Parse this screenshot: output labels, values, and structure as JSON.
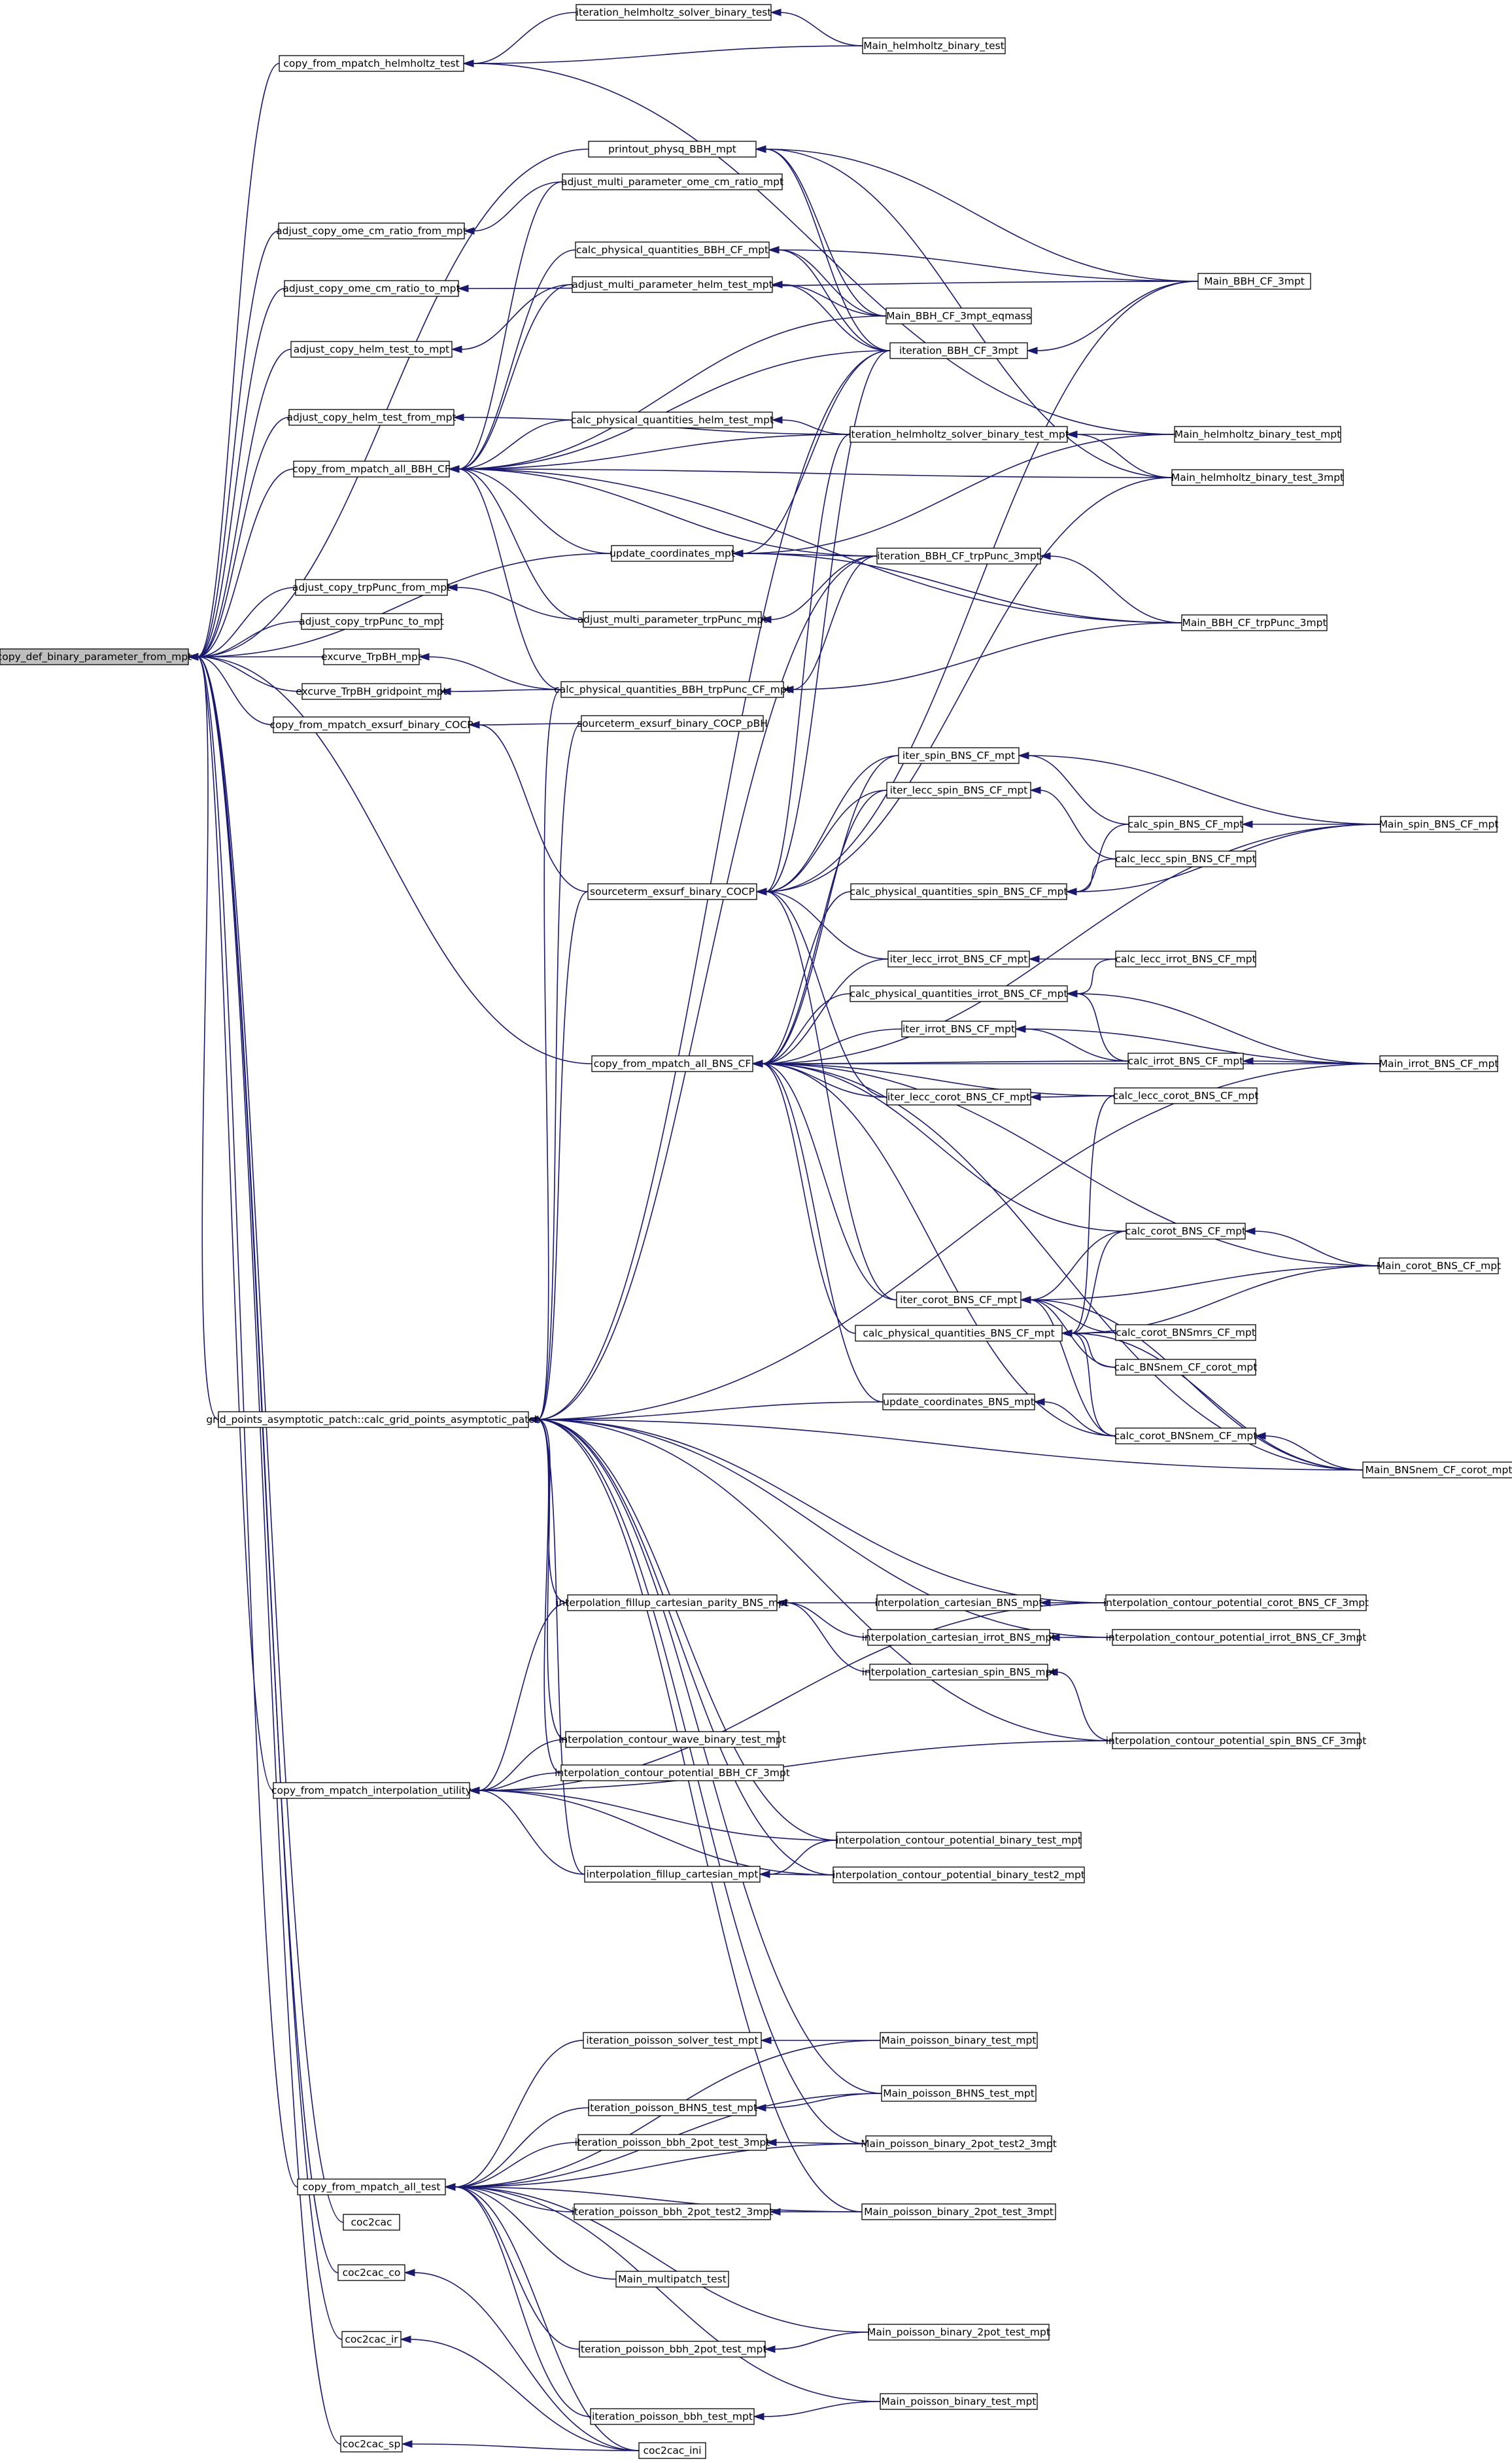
{
  "diagram": {
    "root": "copy_def_binary_parameter_from_mpt",
    "edge_color": "#191970",
    "nodes": [
      {
        "id": "root",
        "label": "copy_def_binary_parameter_from_mpt",
        "root": true
      },
      {
        "id": "cmht",
        "label": "copy_from_mpatch_helmholtz_test"
      },
      {
        "id": "ihsbt",
        "label": "iteration_helmholtz_solver_binary_test"
      },
      {
        "id": "mhbt",
        "label": "Main_helmholtz_binary_test"
      },
      {
        "id": "ppb",
        "label": "printout_physq_BBH_mpt"
      },
      {
        "id": "amocr",
        "label": "adjust_multi_parameter_ome_cm_ratio_mpt"
      },
      {
        "id": "acocrf",
        "label": "adjust_copy_ome_cm_ratio_from_mpt"
      },
      {
        "id": "cpqbcf",
        "label": "calc_physical_quantities_BBH_CF_mpt"
      },
      {
        "id": "mbcf3",
        "label": "Main_BBH_CF_3mpt"
      },
      {
        "id": "acocrt",
        "label": "adjust_copy_ome_cm_ratio_to_mpt"
      },
      {
        "id": "amhtm",
        "label": "adjust_multi_parameter_helm_test_mpt"
      },
      {
        "id": "mbcf3e",
        "label": "Main_BBH_CF_3mpt_eqmass"
      },
      {
        "id": "achtt",
        "label": "adjust_copy_helm_test_to_mpt"
      },
      {
        "id": "ibcf3",
        "label": "iteration_BBH_CF_3mpt"
      },
      {
        "id": "achtf",
        "label": "adjust_copy_helm_test_from_mpt"
      },
      {
        "id": "cpqht",
        "label": "calc_physical_quantities_helm_test_mpt"
      },
      {
        "id": "ihsbtm",
        "label": "iteration_helmholtz_solver_binary_test_mpt"
      },
      {
        "id": "mhbtm",
        "label": "Main_helmholtz_binary_test_mpt"
      },
      {
        "id": "cmab",
        "label": "copy_from_mpatch_all_BBH_CF"
      },
      {
        "id": "mhbt3",
        "label": "Main_helmholtz_binary_test_3mpt"
      },
      {
        "id": "ucm",
        "label": "update_coordinates_mpt"
      },
      {
        "id": "ibcft",
        "label": "iteration_BBH_CF_trpPunc_3mpt"
      },
      {
        "id": "actf",
        "label": "adjust_copy_trpPunc_from_mpt"
      },
      {
        "id": "actt",
        "label": "adjust_copy_trpPunc_to_mpt"
      },
      {
        "id": "amtp",
        "label": "adjust_multi_parameter_trpPunc_mpt"
      },
      {
        "id": "mbcft",
        "label": "Main_BBH_CF_trpPunc_3mpt"
      },
      {
        "id": "etb",
        "label": "excurve_TrpBH_mpt"
      },
      {
        "id": "etbg",
        "label": "excurve_TrpBH_gridpoint_mpt"
      },
      {
        "id": "cpqbt",
        "label": "calc_physical_quantities_BBH_trpPunc_CF_mpt"
      },
      {
        "id": "cmec",
        "label": "copy_from_mpatch_exsurf_binary_COCP"
      },
      {
        "id": "sebcp",
        "label": "sourceterm_exsurf_binary_COCP_pBH"
      },
      {
        "id": "isbns",
        "label": "iter_spin_BNS_CF_mpt"
      },
      {
        "id": "ilsb",
        "label": "iter_lecc_spin_BNS_CF_mpt"
      },
      {
        "id": "csbns",
        "label": "calc_spin_BNS_CF_mpt"
      },
      {
        "id": "msbns",
        "label": "Main_spin_BNS_CF_mpt"
      },
      {
        "id": "clsb",
        "label": "calc_lecc_spin_BNS_CF_mpt"
      },
      {
        "id": "sebc",
        "label": "sourceterm_exsurf_binary_COCP"
      },
      {
        "id": "cpqsb",
        "label": "calc_physical_quantities_spin_BNS_CF_mpt"
      },
      {
        "id": "ilib",
        "label": "iter_lecc_irrot_BNS_CF_mpt"
      },
      {
        "id": "clib",
        "label": "calc_lecc_irrot_BNS_CF_mpt"
      },
      {
        "id": "cpqib",
        "label": "calc_physical_quantities_irrot_BNS_CF_mpt"
      },
      {
        "id": "iib",
        "label": "iter_irrot_BNS_CF_mpt"
      },
      {
        "id": "cmabns",
        "label": "copy_from_mpatch_all_BNS_CF"
      },
      {
        "id": "cib",
        "label": "calc_irrot_BNS_CF_mpt"
      },
      {
        "id": "mib",
        "label": "Main_irrot_BNS_CF_mpt"
      },
      {
        "id": "ilcb",
        "label": "iter_lecc_corot_BNS_CF_mpt"
      },
      {
        "id": "clcb",
        "label": "calc_lecc_corot_BNS_CF_mpt"
      },
      {
        "id": "ccb",
        "label": "calc_corot_BNS_CF_mpt"
      },
      {
        "id": "icb",
        "label": "iter_corot_BNS_CF_mpt"
      },
      {
        "id": "mcb",
        "label": "Main_corot_BNS_CF_mpt"
      },
      {
        "id": "cpqb",
        "label": "calc_physical_quantities_BNS_CF_mpt"
      },
      {
        "id": "ccbm",
        "label": "calc_corot_BNSmrs_CF_mpt"
      },
      {
        "id": "cbnsn",
        "label": "calc_BNSnem_CF_corot_mpt"
      },
      {
        "id": "gpap",
        "label": "grid_points_asymptotic_patch::calc_grid_points_asymptotic_patch"
      },
      {
        "id": "ucbns",
        "label": "update_coordinates_BNS_mpt"
      },
      {
        "id": "ccbn",
        "label": "calc_corot_BNSnem_CF_mpt"
      },
      {
        "id": "mbnsn",
        "label": "Main_BNSnem_CF_corot_mpt"
      },
      {
        "id": "ifcpb",
        "label": "interpolation_fillup_cartesian_parity_BNS_mpt"
      },
      {
        "id": "icbns",
        "label": "interpolation_cartesian_BNS_mpt"
      },
      {
        "id": "icpcb",
        "label": "interpolation_contour_potential_corot_BNS_CF_3mpt"
      },
      {
        "id": "icib",
        "label": "interpolation_cartesian_irrot_BNS_mpt"
      },
      {
        "id": "icpib",
        "label": "interpolation_contour_potential_irrot_BNS_CF_3mpt"
      },
      {
        "id": "icsb",
        "label": "interpolation_cartesian_spin_BNS_mpt"
      },
      {
        "id": "icwbt",
        "label": "interpolation_contour_wave_binary_test_mpt"
      },
      {
        "id": "icpsb",
        "label": "interpolation_contour_potential_spin_BNS_CF_3mpt"
      },
      {
        "id": "cmiu",
        "label": "copy_from_mpatch_interpolation_utility"
      },
      {
        "id": "icpbbh",
        "label": "interpolation_contour_potential_BBH_CF_3mpt"
      },
      {
        "id": "icpbt",
        "label": "interpolation_contour_potential_binary_test_mpt"
      },
      {
        "id": "ifc",
        "label": "interpolation_fillup_cartesian_mpt"
      },
      {
        "id": "icpbt2",
        "label": "interpolation_contour_potential_binary_test2_mpt"
      },
      {
        "id": "ipstm",
        "label": "iteration_poisson_solver_test_mpt"
      },
      {
        "id": "mpbt",
        "label": "Main_poisson_binary_test_mpt"
      },
      {
        "id": "ipbhns",
        "label": "iteration_poisson_BHNS_test_mpt"
      },
      {
        "id": "mpbhns",
        "label": "Main_poisson_BHNS_test_mpt"
      },
      {
        "id": "ipb2t3",
        "label": "iteration_poisson_bbh_2pot_test_3mpt"
      },
      {
        "id": "mpb2t23",
        "label": "Main_poisson_binary_2pot_test2_3mpt"
      },
      {
        "id": "cmat",
        "label": "copy_from_mpatch_all_test"
      },
      {
        "id": "ipb2t23",
        "label": "iteration_poisson_bbh_2pot_test2_3mpt"
      },
      {
        "id": "mpb2t3",
        "label": "Main_poisson_binary_2pot_test_3mpt"
      },
      {
        "id": "c2c",
        "label": "coc2cac"
      },
      {
        "id": "mmt",
        "label": "Main_multipatch_test"
      },
      {
        "id": "c2cco",
        "label": "coc2cac_co"
      },
      {
        "id": "mpb2t",
        "label": "Main_poisson_binary_2pot_test_mpt"
      },
      {
        "id": "c2cir",
        "label": "coc2cac_ir"
      },
      {
        "id": "ipb2t",
        "label": "iteration_poisson_bbh_2pot_test_mpt"
      },
      {
        "id": "ipbt",
        "label": "iteration_poisson_bbh_test_mpt"
      },
      {
        "id": "mpbt2",
        "label": "Main_poisson_binary_test_mpt"
      },
      {
        "id": "c2csp",
        "label": "coc2cac_sp"
      },
      {
        "id": "c2cini",
        "label": "coc2cac_ini"
      }
    ],
    "edges": [
      [
        "cmht",
        "root"
      ],
      [
        "ppb",
        "root"
      ],
      [
        "acocrf",
        "root"
      ],
      [
        "acocrt",
        "root"
      ],
      [
        "achtt",
        "root"
      ],
      [
        "achtf",
        "root"
      ],
      [
        "cmab",
        "root"
      ],
      [
        "ucm",
        "root"
      ],
      [
        "actf",
        "root"
      ],
      [
        "actt",
        "root"
      ],
      [
        "etb",
        "root"
      ],
      [
        "etbg",
        "root"
      ],
      [
        "cmec",
        "root"
      ],
      [
        "cmabns",
        "root"
      ],
      [
        "gpap",
        "root"
      ],
      [
        "cmiu",
        "root"
      ],
      [
        "cmat",
        "root"
      ],
      [
        "c2c",
        "root"
      ],
      [
        "c2cco",
        "root"
      ],
      [
        "c2cir",
        "root"
      ],
      [
        "c2csp",
        "root"
      ],
      [
        "ihsbt",
        "cmht"
      ],
      [
        "mhbt",
        "cmht"
      ],
      [
        "mhbtm",
        "cmht"
      ],
      [
        "mbcf3",
        "ppb"
      ],
      [
        "mbcf3e",
        "ppb"
      ],
      [
        "ibcf3",
        "ppb"
      ],
      [
        "mhbt3",
        "ppb"
      ],
      [
        "amocr",
        "acocrf"
      ],
      [
        "mbcf3",
        "acocrt"
      ],
      [
        "amhtm",
        "achtt"
      ],
      [
        "ihsbtm",
        "achtf"
      ],
      [
        "cpqbcf",
        "cmab"
      ],
      [
        "amhtm",
        "cmab"
      ],
      [
        "amocr",
        "cmab"
      ],
      [
        "mbcf3e",
        "cmab"
      ],
      [
        "ibcf3",
        "cmab"
      ],
      [
        "cpqht",
        "cmab"
      ],
      [
        "ihsbtm",
        "cmab"
      ],
      [
        "mhbt3",
        "cmab"
      ],
      [
        "ucm",
        "cmab"
      ],
      [
        "ibcft",
        "cmab"
      ],
      [
        "mbcft",
        "cmab"
      ],
      [
        "cpqbt",
        "cmab"
      ],
      [
        "amtp",
        "cmab"
      ],
      [
        "ibcft",
        "ucm"
      ],
      [
        "mbcft",
        "ucm"
      ],
      [
        "ibcf3",
        "ucm"
      ],
      [
        "mhbtm",
        "ucm"
      ],
      [
        "amtp",
        "actf"
      ],
      [
        "cpqbt",
        "etb"
      ],
      [
        "cpqbt",
        "etbg"
      ],
      [
        "sebcp",
        "cmec"
      ],
      [
        "sebc",
        "cmec"
      ],
      [
        "mbcf3",
        "cpqbcf"
      ],
      [
        "mbcf3e",
        "cpqbcf"
      ],
      [
        "ibcf3",
        "cpqbcf"
      ],
      [
        "mhbtm",
        "ihsbtm"
      ],
      [
        "mhbt3",
        "ihsbtm"
      ],
      [
        "mbcf3",
        "ibcf3"
      ],
      [
        "mbcft",
        "ibcft"
      ],
      [
        "ihsbtm",
        "cpqht"
      ],
      [
        "ibcft",
        "amtp"
      ],
      [
        "ibcft",
        "cpqbt"
      ],
      [
        "mbcft",
        "cpqbt"
      ],
      [
        "mbcf3e",
        "amhtm"
      ],
      [
        "ibcf3",
        "amhtm"
      ],
      [
        "mhbt",
        "ihsbt"
      ],
      [
        "isbns",
        "sebc"
      ],
      [
        "ilsb",
        "sebc"
      ],
      [
        "ilib",
        "sebc"
      ],
      [
        "ilcb",
        "sebc"
      ],
      [
        "icb",
        "sebc"
      ],
      [
        "ibcf3",
        "sebc"
      ],
      [
        "ihsbtm",
        "sebc"
      ],
      [
        "mbcf3",
        "sebc"
      ],
      [
        "mhbt3",
        "sebc"
      ],
      [
        "isbns",
        "cmabns"
      ],
      [
        "ilsb",
        "cmabns"
      ],
      [
        "cpqsb",
        "cmabns"
      ],
      [
        "ilib",
        "cmabns"
      ],
      [
        "cpqib",
        "cmabns"
      ],
      [
        "iib",
        "cmabns"
      ],
      [
        "cib",
        "cmabns"
      ],
      [
        "ilcb",
        "cmabns"
      ],
      [
        "clcb",
        "cmabns"
      ],
      [
        "icb",
        "cmabns"
      ],
      [
        "cpqb",
        "cmabns"
      ],
      [
        "ucbns",
        "cmabns"
      ],
      [
        "ccb",
        "cmabns"
      ],
      [
        "mcb",
        "cmabns"
      ],
      [
        "mib",
        "cmabns"
      ],
      [
        "msbns",
        "cmabns"
      ],
      [
        "ccbn",
        "cmabns"
      ],
      [
        "mbnsn",
        "cmabns"
      ],
      [
        "csbns",
        "isbns"
      ],
      [
        "msbns",
        "isbns"
      ],
      [
        "clsb",
        "ilsb"
      ],
      [
        "msbns",
        "csbns"
      ],
      [
        "csbns",
        "cpqsb"
      ],
      [
        "clsb",
        "cpqsb"
      ],
      [
        "msbns",
        "cpqsb"
      ],
      [
        "clib",
        "ilib"
      ],
      [
        "cib",
        "cpqib"
      ],
      [
        "mib",
        "cpqib"
      ],
      [
        "clib",
        "cpqib"
      ],
      [
        "cib",
        "iib"
      ],
      [
        "mib",
        "iib"
      ],
      [
        "mib",
        "cib"
      ],
      [
        "clcb",
        "ilcb"
      ],
      [
        "ccb",
        "icb"
      ],
      [
        "mcb",
        "icb"
      ],
      [
        "ccbm",
        "icb"
      ],
      [
        "cbnsn",
        "icb"
      ],
      [
        "ccbn",
        "icb"
      ],
      [
        "mbnsn",
        "icb"
      ],
      [
        "mcb",
        "ccb"
      ],
      [
        "ccb",
        "cpqb"
      ],
      [
        "ccbm",
        "cpqb"
      ],
      [
        "cbnsn",
        "cpqb"
      ],
      [
        "ccbn",
        "cpqb"
      ],
      [
        "mcb",
        "cpqb"
      ],
      [
        "mbnsn",
        "cpqb"
      ],
      [
        "clcb",
        "cpqb"
      ],
      [
        "mbnsn",
        "ccbn"
      ],
      [
        "ccbn",
        "ucbns"
      ],
      [
        "ucbns",
        "gpap"
      ],
      [
        "mbnsn",
        "gpap"
      ],
      [
        "mib",
        "gpap"
      ],
      [
        "icpcb",
        "gpap"
      ],
      [
        "icpib",
        "gpap"
      ],
      [
        "icpsb",
        "gpap"
      ],
      [
        "icwbt",
        "gpap"
      ],
      [
        "icpbbh",
        "gpap"
      ],
      [
        "icpbt",
        "gpap"
      ],
      [
        "icpbt2",
        "gpap"
      ],
      [
        "ifc",
        "gpap"
      ],
      [
        "ifcpb",
        "gpap"
      ],
      [
        "ibcft",
        "gpap"
      ],
      [
        "ibcf3",
        "gpap"
      ],
      [
        "sebc",
        "gpap"
      ],
      [
        "sebcp",
        "gpap"
      ],
      [
        "cpqbt",
        "gpap"
      ],
      [
        "mpbhns",
        "gpap"
      ],
      [
        "mpb2t23",
        "gpap"
      ],
      [
        "mpb2t3",
        "gpap"
      ],
      [
        "icbns",
        "ifcpb"
      ],
      [
        "icib",
        "ifcpb"
      ],
      [
        "icsb",
        "ifcpb"
      ],
      [
        "icpcb",
        "icbns"
      ],
      [
        "icpib",
        "icib"
      ],
      [
        "icpsb",
        "icsb"
      ],
      [
        "icwbt",
        "cmiu"
      ],
      [
        "icpbbh",
        "cmiu"
      ],
      [
        "icpbt",
        "cmiu"
      ],
      [
        "icpbt2",
        "cmiu"
      ],
      [
        "ifc",
        "cmiu"
      ],
      [
        "ifcpb",
        "cmiu"
      ],
      [
        "icpcb",
        "cmiu"
      ],
      [
        "icpsb",
        "cmiu"
      ],
      [
        "icpbt",
        "ifc"
      ],
      [
        "icpbt2",
        "ifc"
      ],
      [
        "ipstm",
        "cmat"
      ],
      [
        "ipbhns",
        "cmat"
      ],
      [
        "ipb2t3",
        "cmat"
      ],
      [
        "ipb2t23",
        "cmat"
      ],
      [
        "mmt",
        "cmat"
      ],
      [
        "ipb2t",
        "cmat"
      ],
      [
        "ipbt",
        "cmat"
      ],
      [
        "mpbt",
        "cmat"
      ],
      [
        "mpbhns",
        "cmat"
      ],
      [
        "mpb2t23",
        "cmat"
      ],
      [
        "mpb2t3",
        "cmat"
      ],
      [
        "mpb2t",
        "cmat"
      ],
      [
        "mpbt2",
        "cmat"
      ],
      [
        "c2cini",
        "cmat"
      ],
      [
        "mpbt",
        "ipstm"
      ],
      [
        "mpbhns",
        "ipbhns"
      ],
      [
        "mpb2t23",
        "ipb2t3"
      ],
      [
        "mpb2t3",
        "ipb2t23"
      ],
      [
        "mpb2t",
        "ipb2t"
      ],
      [
        "mpbt2",
        "ipbt"
      ],
      [
        "c2cini",
        "c2cco"
      ],
      [
        "c2cini",
        "c2cir"
      ],
      [
        "c2cini",
        "c2csp"
      ]
    ]
  }
}
